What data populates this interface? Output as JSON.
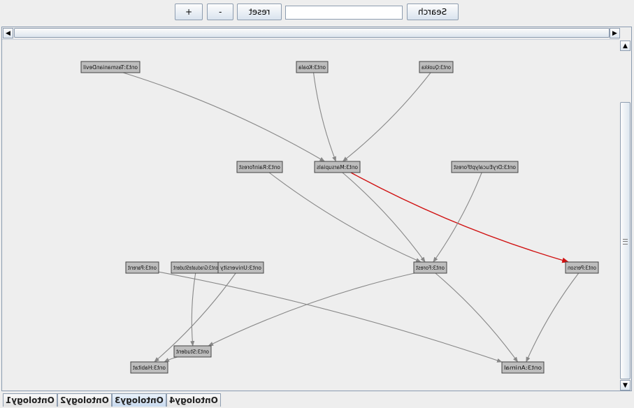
{
  "toolbar": {
    "zoom_in_label": "+",
    "zoom_out_label": "-",
    "reset_label": "reset",
    "search_value": "",
    "search_label": "Search"
  },
  "graph": {
    "nodes": [
      {
        "id": "tasmanian-devil",
        "label": "ont3:TasmanianDevil"
      },
      {
        "id": "koala",
        "label": "ont3:Koala"
      },
      {
        "id": "quokka",
        "label": "ont3:Quokka"
      },
      {
        "id": "rainforest",
        "label": "ont3:Rainforest"
      },
      {
        "id": "marsupials",
        "label": "ont3:Marsupials"
      },
      {
        "id": "dry-eucalypt-forest",
        "label": "ont3:DryEucalyptForest"
      },
      {
        "id": "parent",
        "label": "ont3:Parent"
      },
      {
        "id": "graduate-student",
        "label": "ont3:GraduateStudent"
      },
      {
        "id": "university",
        "label": "ont3:University"
      },
      {
        "id": "forest",
        "label": "ont3:Forest"
      },
      {
        "id": "person",
        "label": "ont3:Person"
      },
      {
        "id": "student",
        "label": "ont3:Student"
      },
      {
        "id": "habitat",
        "label": "ont3:Habitat"
      },
      {
        "id": "animal",
        "label": "ont3:Animal"
      }
    ],
    "edges": [
      {
        "from": "tasmanian-devil",
        "to": "marsupials",
        "color": "#888888"
      },
      {
        "from": "koala",
        "to": "marsupials",
        "color": "#888888"
      },
      {
        "from": "quokka",
        "to": "marsupials",
        "color": "#888888"
      },
      {
        "from": "marsupials",
        "to": "person",
        "color": "#d01010"
      },
      {
        "from": "marsupials",
        "to": "forest",
        "color": "#888888"
      },
      {
        "from": "rainforest",
        "to": "forest",
        "color": "#888888"
      },
      {
        "from": "dry-eucalypt-forest",
        "to": "forest",
        "color": "#888888"
      },
      {
        "from": "forest",
        "to": "student",
        "color": "#888888"
      },
      {
        "from": "forest",
        "to": "animal",
        "color": "#888888"
      },
      {
        "from": "person",
        "to": "animal",
        "color": "#888888"
      },
      {
        "from": "parent",
        "to": "animal",
        "color": "#888888"
      },
      {
        "from": "graduate-student",
        "to": "student",
        "color": "#888888"
      },
      {
        "from": "university",
        "to": "habitat",
        "color": "#888888"
      },
      {
        "from": "student",
        "to": "habitat",
        "color": "#888888"
      }
    ]
  },
  "tabs": [
    {
      "label": "Ontology1",
      "active": false
    },
    {
      "label": "Ontology2",
      "active": false
    },
    {
      "label": "Ontology3",
      "active": true
    },
    {
      "label": "Ontology4",
      "active": false
    }
  ]
}
